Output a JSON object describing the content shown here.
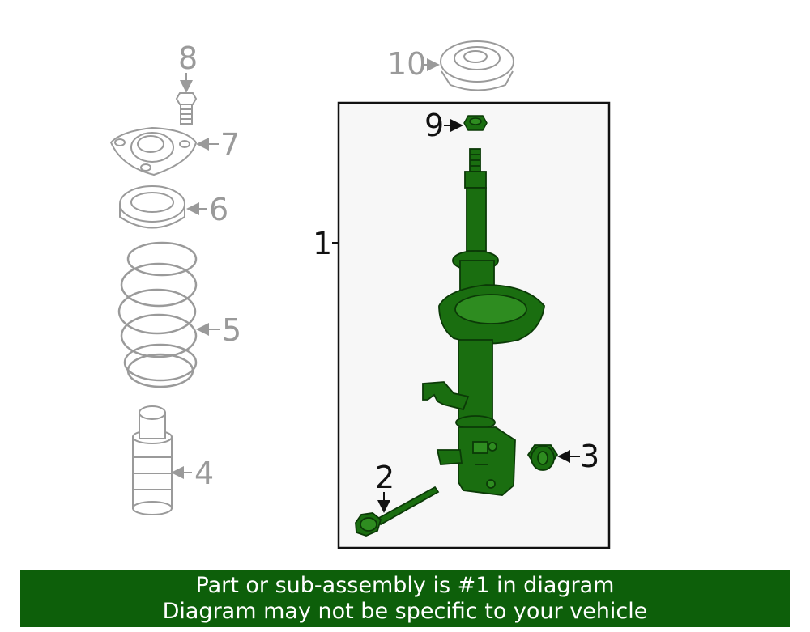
{
  "callouts": {
    "c1": "1",
    "c2": "2",
    "c3": "3",
    "c4": "4",
    "c5": "5",
    "c6": "6",
    "c7": "7",
    "c8": "8",
    "c9": "9",
    "c10": "10"
  },
  "banner": {
    "line1": "Part or sub-assembly is #1 in diagram",
    "line2": "Diagram may not be specific to your vehicle"
  },
  "colors": {
    "highlight_part": "#1a6e10",
    "other_parts": "#9a9a9a",
    "banner_bg": "#0d5f0a",
    "assembly_box_bg": "#f7f7f7"
  }
}
